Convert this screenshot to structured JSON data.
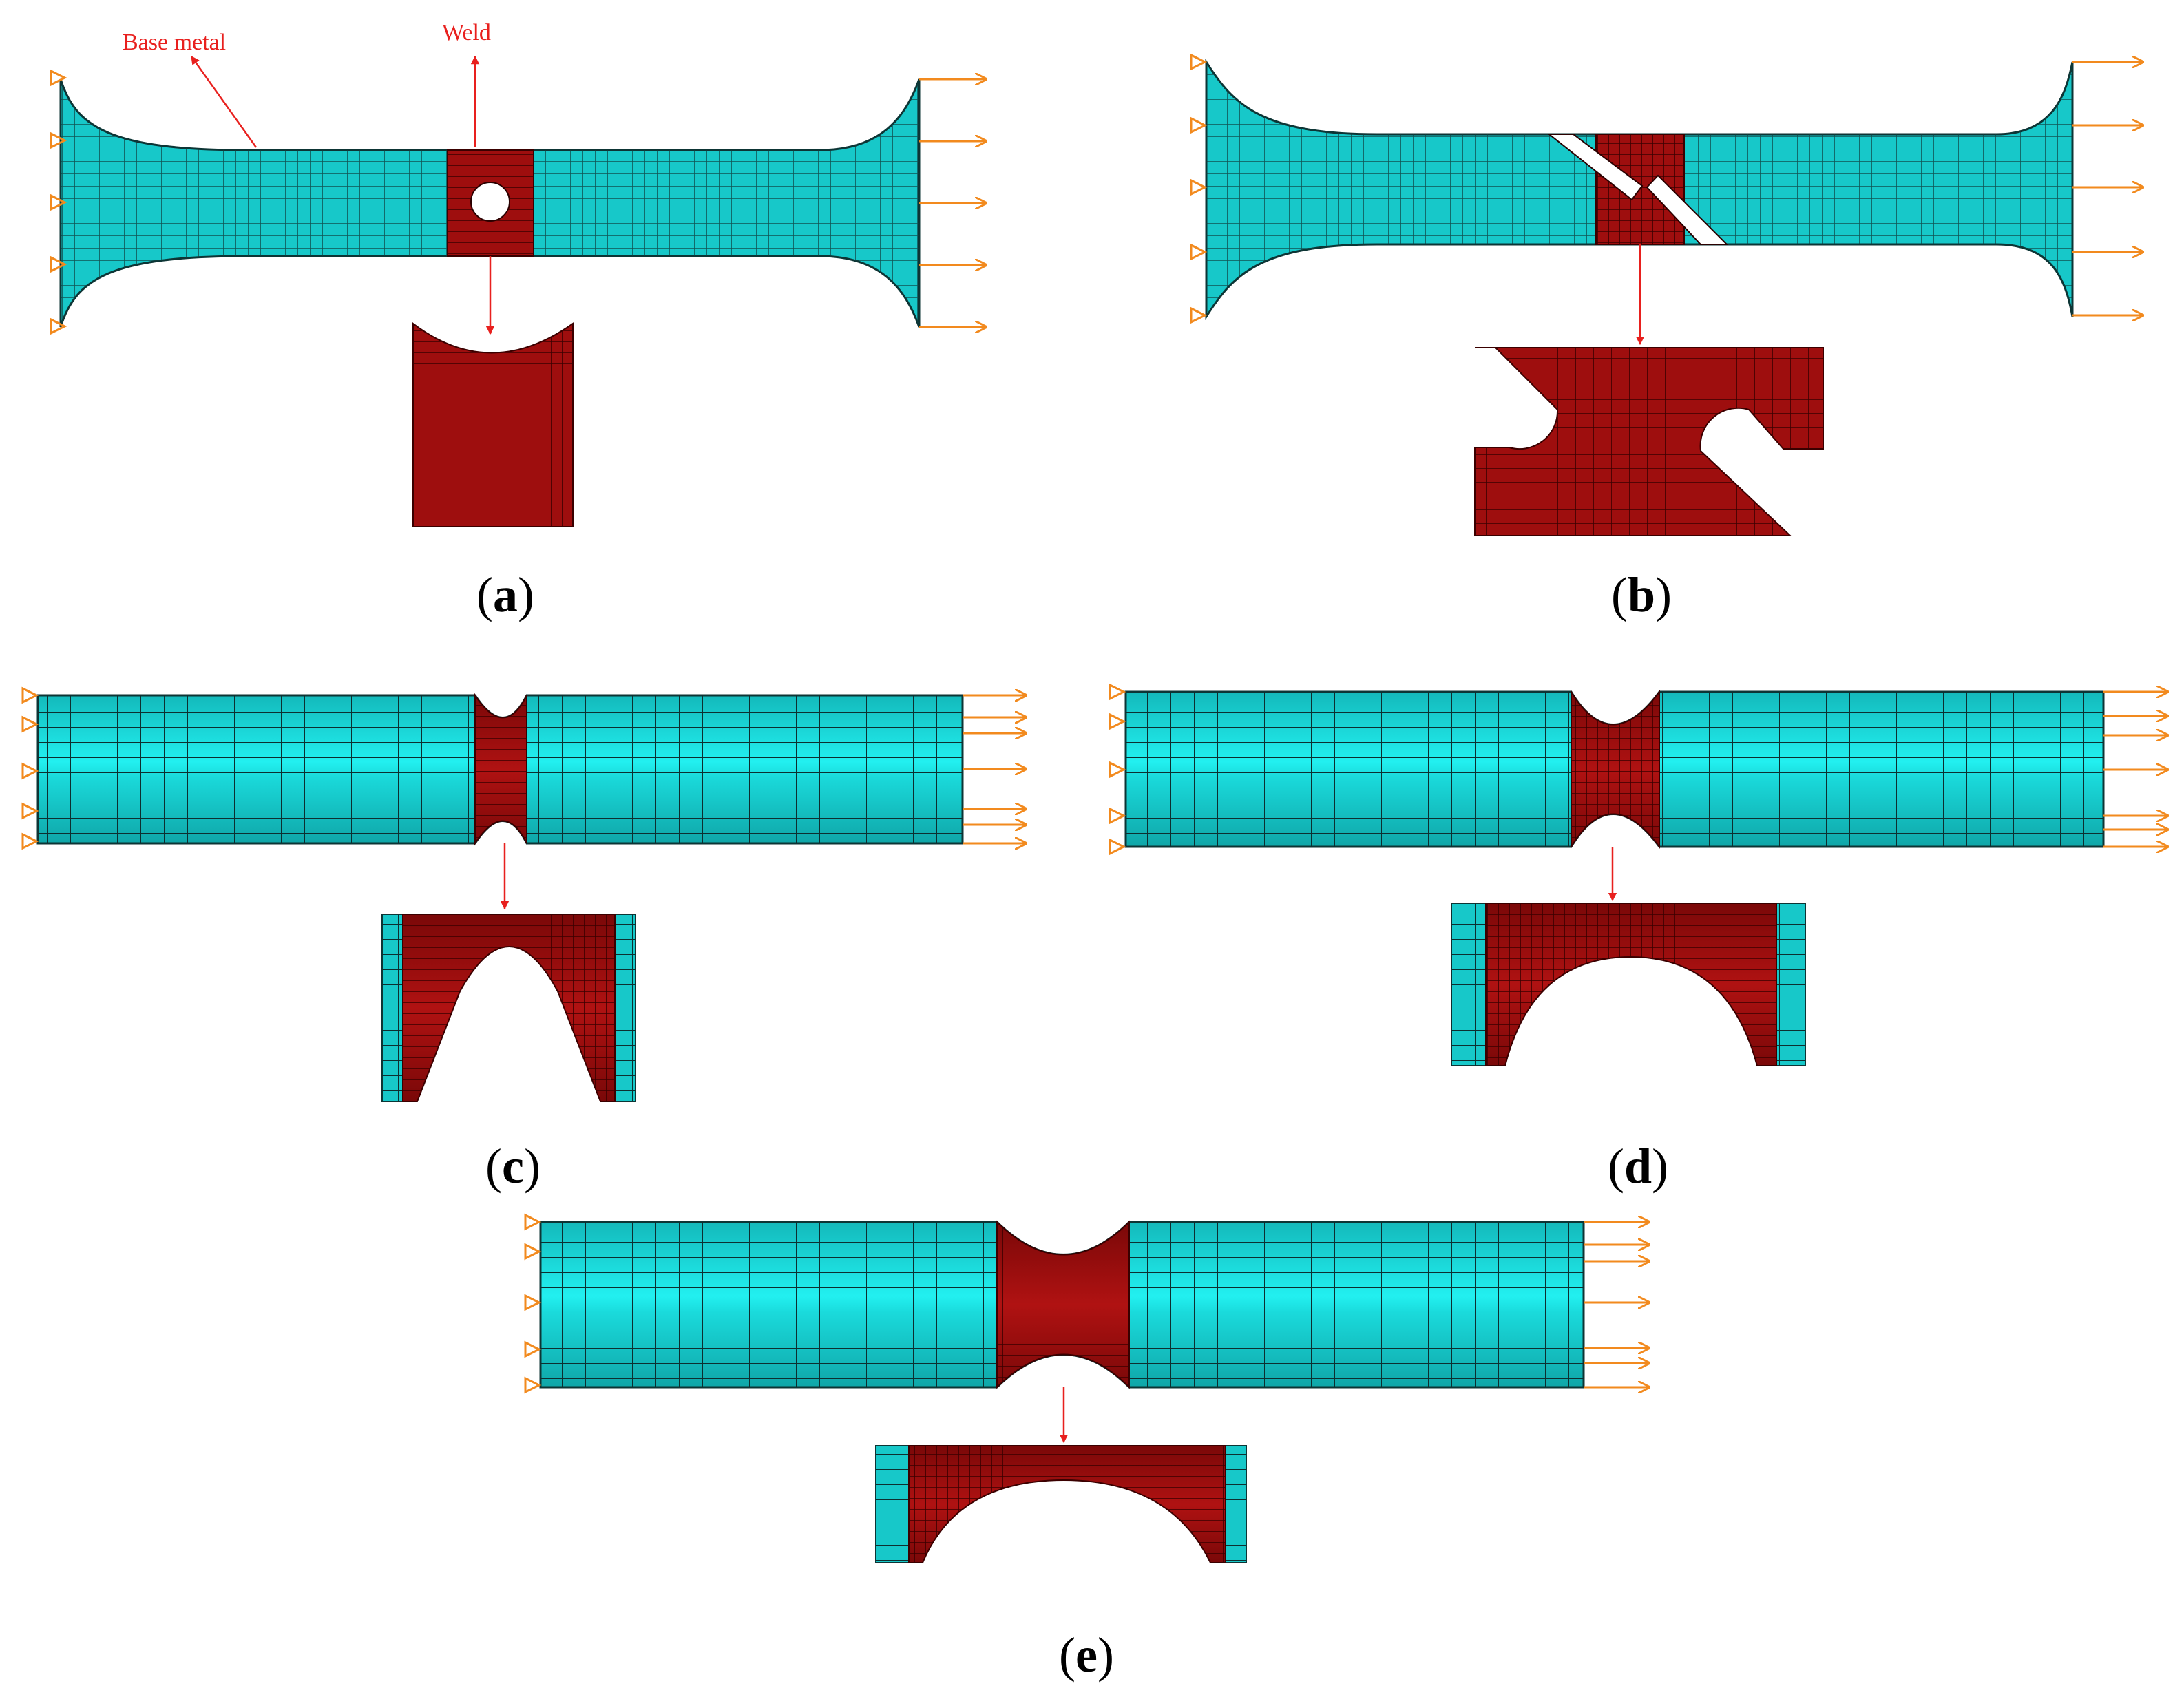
{
  "annotations": {
    "base_metal": "Base metal",
    "weld": "Weld"
  },
  "panels": {
    "a": {
      "label": "a"
    },
    "b": {
      "label": "b"
    },
    "c": {
      "label": "c"
    },
    "d": {
      "label": "d"
    },
    "e": {
      "label": "e"
    }
  },
  "colors": {
    "base_metal": "#17C8C9",
    "base_metal_highlight": "#22F0F0",
    "weld": "#9E0E0E",
    "weld_dark": "#6E0606",
    "mesh_line": "#1a1a1a",
    "load_arrow": "#F28A1E",
    "callout": "#E8201E"
  },
  "icons": {
    "fixed_support": "triangle-support-icon",
    "tensile_load": "arrow-right-icon"
  }
}
